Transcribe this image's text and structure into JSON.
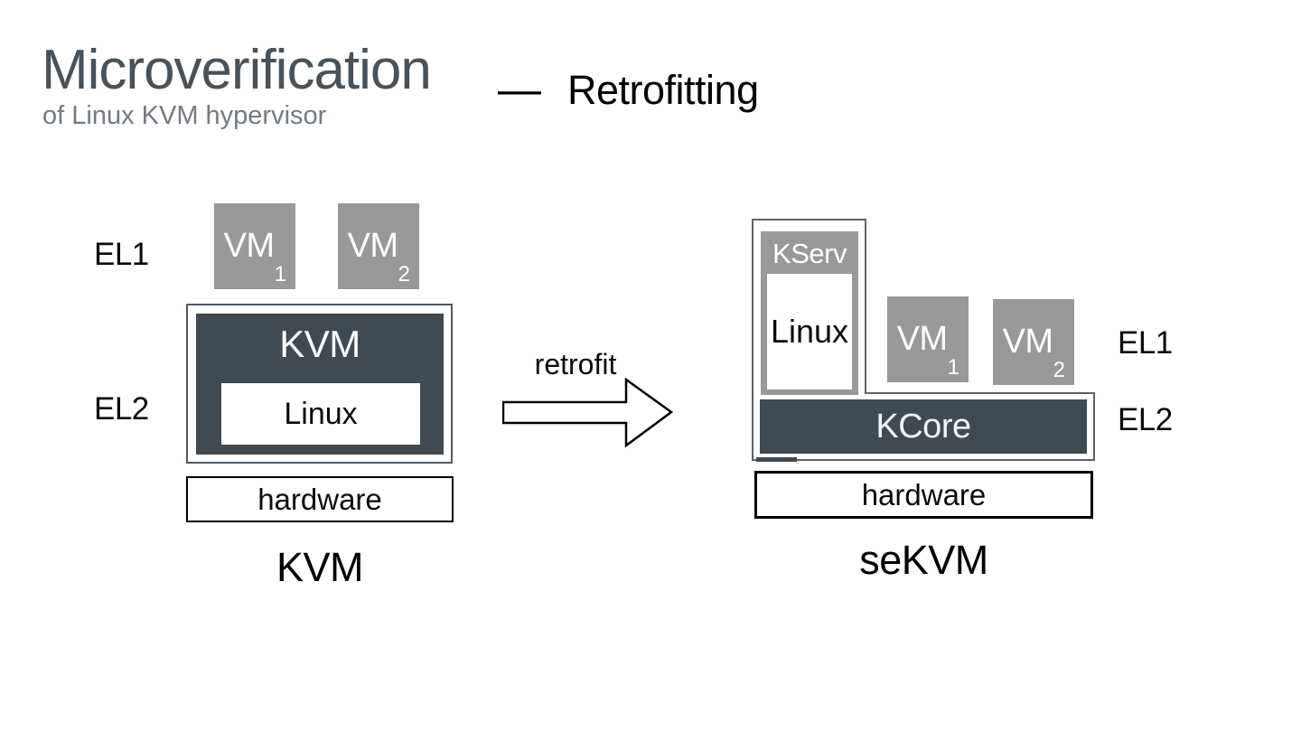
{
  "header": {
    "title": "Microverification",
    "subtitle": "of Linux KVM hypervisor",
    "dash": "—",
    "section": "Retrofitting"
  },
  "colors": {
    "dark_slate": "#3F4A52",
    "box_gray": "#999999",
    "title_gray": "#47525A",
    "subtitle_gray": "#707B85",
    "outline_gray": "#4F5A62",
    "black": "#000000",
    "white": "#FFFFFF"
  },
  "left_diagram": {
    "el1_label": "EL1",
    "el2_label": "EL2",
    "vm1": {
      "label": "VM",
      "sub": "1"
    },
    "vm2": {
      "label": "VM",
      "sub": "2"
    },
    "hypervisor_label": "KVM",
    "kernel_label": "Linux",
    "hardware_label": "hardware",
    "caption": "KVM"
  },
  "arrow": {
    "label": "retrofit"
  },
  "right_diagram": {
    "el1_label": "EL1",
    "el2_label": "EL2",
    "kserv_label": "KServ",
    "kernel_label": "Linux",
    "vm1": {
      "label": "VM",
      "sub": "1"
    },
    "vm2": {
      "label": "VM",
      "sub": "2"
    },
    "kcore_label": "KCore",
    "hardware_label": "hardware",
    "caption": "seKVM"
  }
}
